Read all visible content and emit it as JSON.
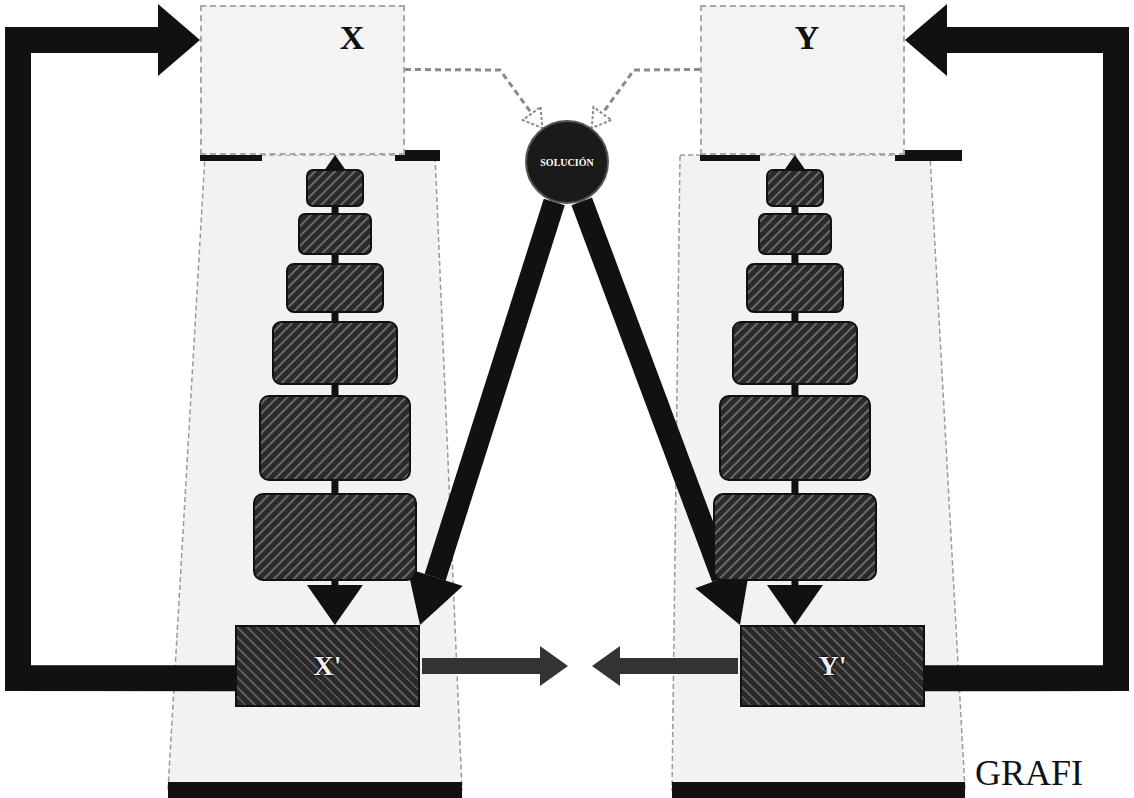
{
  "diagram": {
    "nodes": [
      {
        "text": [
          "X"
        ]
      },
      {
        "text": [
          "Y"
        ]
      },
      {
        "text": [
          "SOLUCIÓN"
        ]
      },
      {
        "text": [
          "X'"
        ]
      },
      {
        "text": [
          "Y'"
        ]
      }
    ],
    "edges": [
      {
        "from": 0,
        "to": 3,
        "arrow": "both"
      },
      {
        "from": 1,
        "to": 4,
        "arrow": "both"
      },
      {
        "from": 2,
        "to": 3,
        "arrow": "to"
      },
      {
        "from": 2,
        "to": 4,
        "arrow": "to"
      },
      {
        "from": 3,
        "to": 0,
        "arrow": "to"
      },
      {
        "from": 4,
        "to": 1,
        "arrow": "to"
      },
      {
        "from": 0,
        "to": 2,
        "arrow": "to"
      },
      {
        "from": 1,
        "to": 2,
        "arrow": "to"
      }
    ],
    "labels": [
      "GRAFI"
    ]
  }
}
